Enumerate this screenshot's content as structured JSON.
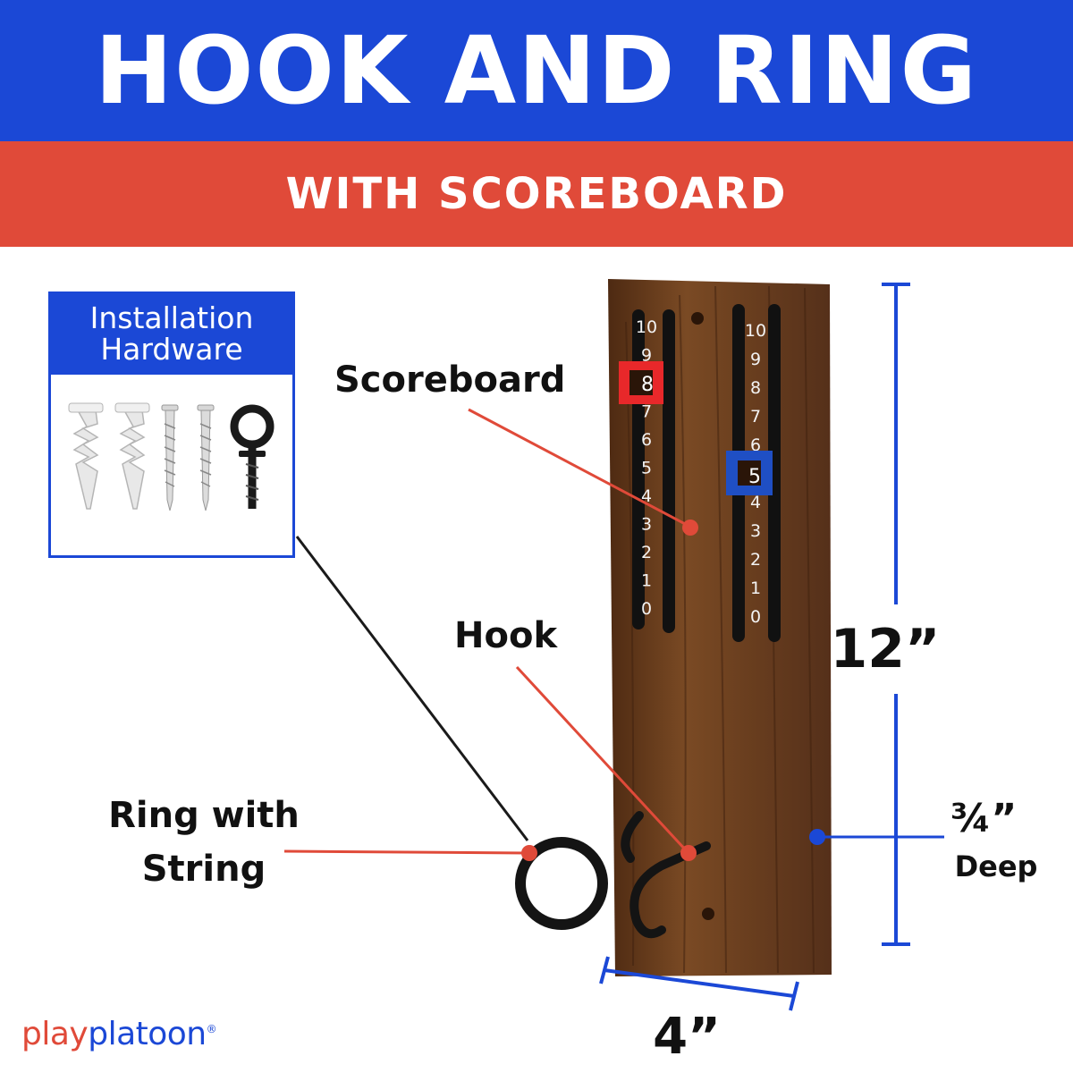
{
  "header": {
    "title": "HOOK AND RING",
    "subtitle": "WITH SCOREBOARD"
  },
  "hardware": {
    "title_line1": "Installation",
    "title_line2": "Hardware"
  },
  "labels": {
    "scoreboard": "Scoreboard",
    "hook": "Hook",
    "ring_line1": "Ring with",
    "ring_line2": "String"
  },
  "dimensions": {
    "height": "12”",
    "width": "4”",
    "depth_value": "¾”",
    "depth_label": "Deep"
  },
  "scoreboard": {
    "left_numbers": [
      "10",
      "9",
      "8",
      "7",
      "6",
      "5",
      "4",
      "3",
      "2",
      "1",
      "0"
    ],
    "right_numbers": [
      "10",
      "9",
      "8",
      "7",
      "6",
      "5",
      "4",
      "3",
      "2",
      "1",
      "0"
    ],
    "left_marker_value": "8",
    "right_marker_value": "5"
  },
  "brand": {
    "logo_part1": "play",
    "logo_part2": "platoon",
    "logo_mark": "®"
  },
  "colors": {
    "blue": "#1b48d6",
    "red": "#e04a39",
    "wood": "#6b3f1f",
    "marker_red": "#e8282a",
    "marker_blue": "#1f4fc4"
  }
}
